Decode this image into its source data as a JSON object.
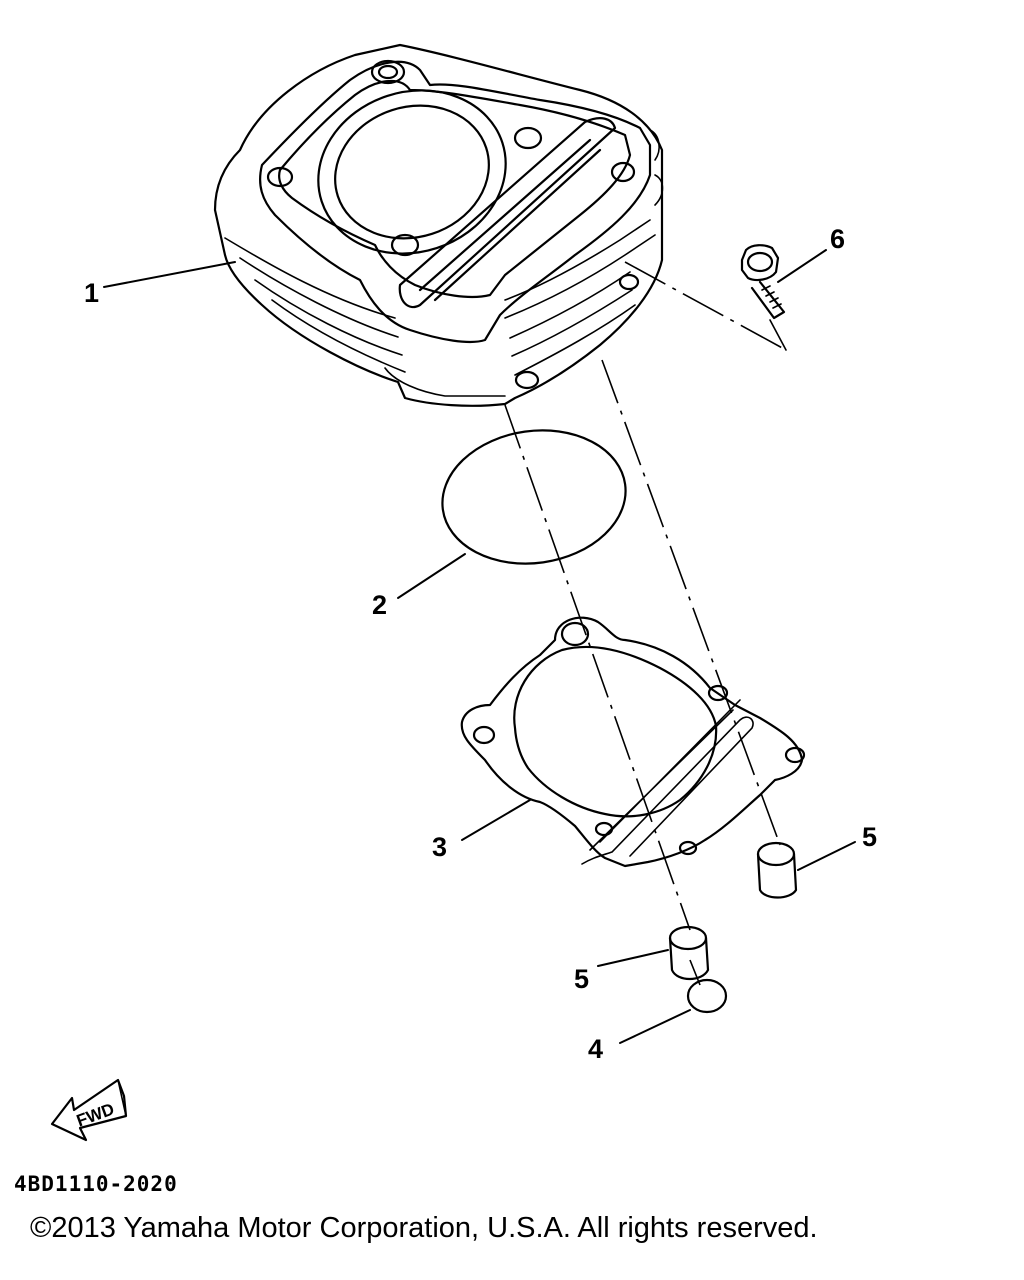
{
  "callouts": [
    "1",
    "2",
    "3",
    "4",
    "5",
    "5",
    "6"
  ],
  "fwd_label": "FWD",
  "diagram_code": "4BD1110-2020",
  "copyright": "©2013 Yamaha Motor Corporation, U.S.A. All rights reserved."
}
